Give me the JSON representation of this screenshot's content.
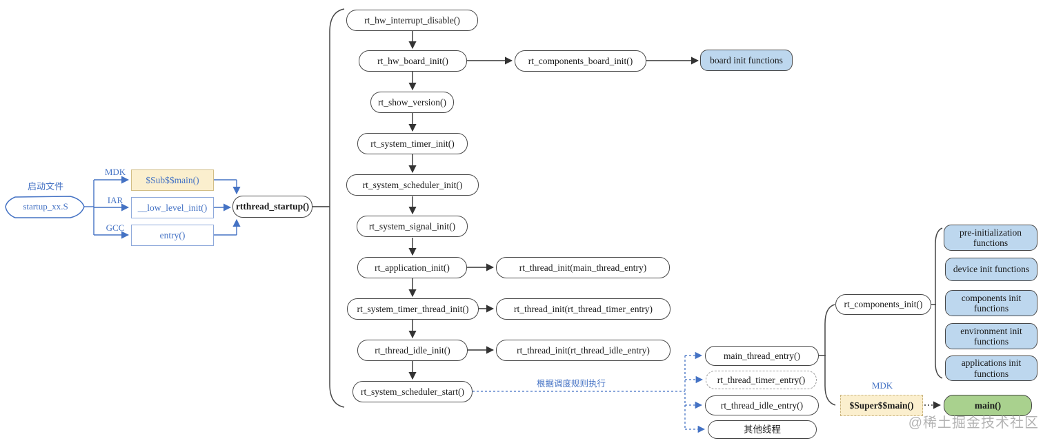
{
  "colors": {
    "accent_blue": "#4472C4",
    "node_border": "#474747",
    "blue_fill": "#BDD7EE",
    "green_fill": "#A9D18E",
    "yellow_fill": "#FBEFCE",
    "watermark_gray": "#9A9A9A"
  },
  "nodes": {
    "startup_label": "启动文件",
    "startup_file": "startup_xx.S",
    "mdk": "MDK",
    "iar": "IAR",
    "gcc": "GCC",
    "sub_main": "$Sub$$main()",
    "low_level_init": "__low_level_init()",
    "entry": "entry()",
    "rtthread_startup": "rtthread_startup()",
    "rt_hw_interrupt_disable": "rt_hw_interrupt_disable()",
    "rt_hw_board_init": "rt_hw_board_init()",
    "rt_components_board_init": "rt_components_board_init()",
    "board_init_functions": "board init functions",
    "rt_show_version": "rt_show_version()",
    "rt_system_timer_init": "rt_system_timer_init()",
    "rt_system_scheduler_init": "rt_system_scheduler_init()",
    "rt_system_signal_init": "rt_system_signal_init()",
    "rt_application_init": "rt_application_init()",
    "rt_thread_init_main": "rt_thread_init(main_thread_entry)",
    "rt_system_timer_thread_init": "rt_system_timer_thread_init()",
    "rt_thread_init_timer": "rt_thread_init(rt_thread_timer_entry)",
    "rt_thread_idle_init": "rt_thread_idle_init()",
    "rt_thread_init_idle": "rt_thread_init(rt_thread_idle_entry)",
    "rt_system_scheduler_start": "rt_system_scheduler_start()",
    "schedule_rule_label": "根据调度规则执行",
    "main_thread_entry": "main_thread_entry()",
    "rt_thread_timer_entry": "rt_thread_timer_entry()",
    "rt_thread_idle_entry": "rt_thread_idle_entry()",
    "other_threads": "其他线程",
    "rt_components_init": "rt_components_init()",
    "pre_init_functions": "pre-initialization functions",
    "device_init_functions": "device init functions",
    "components_init_functions": "components init functions",
    "environment_init_functions": "environment init functions",
    "applications_init_functions": "applications init functions",
    "mdk2": "MDK",
    "super_main": "$Super$$main()",
    "main": "main()",
    "watermark": "@稀土掘金技术社区"
  }
}
